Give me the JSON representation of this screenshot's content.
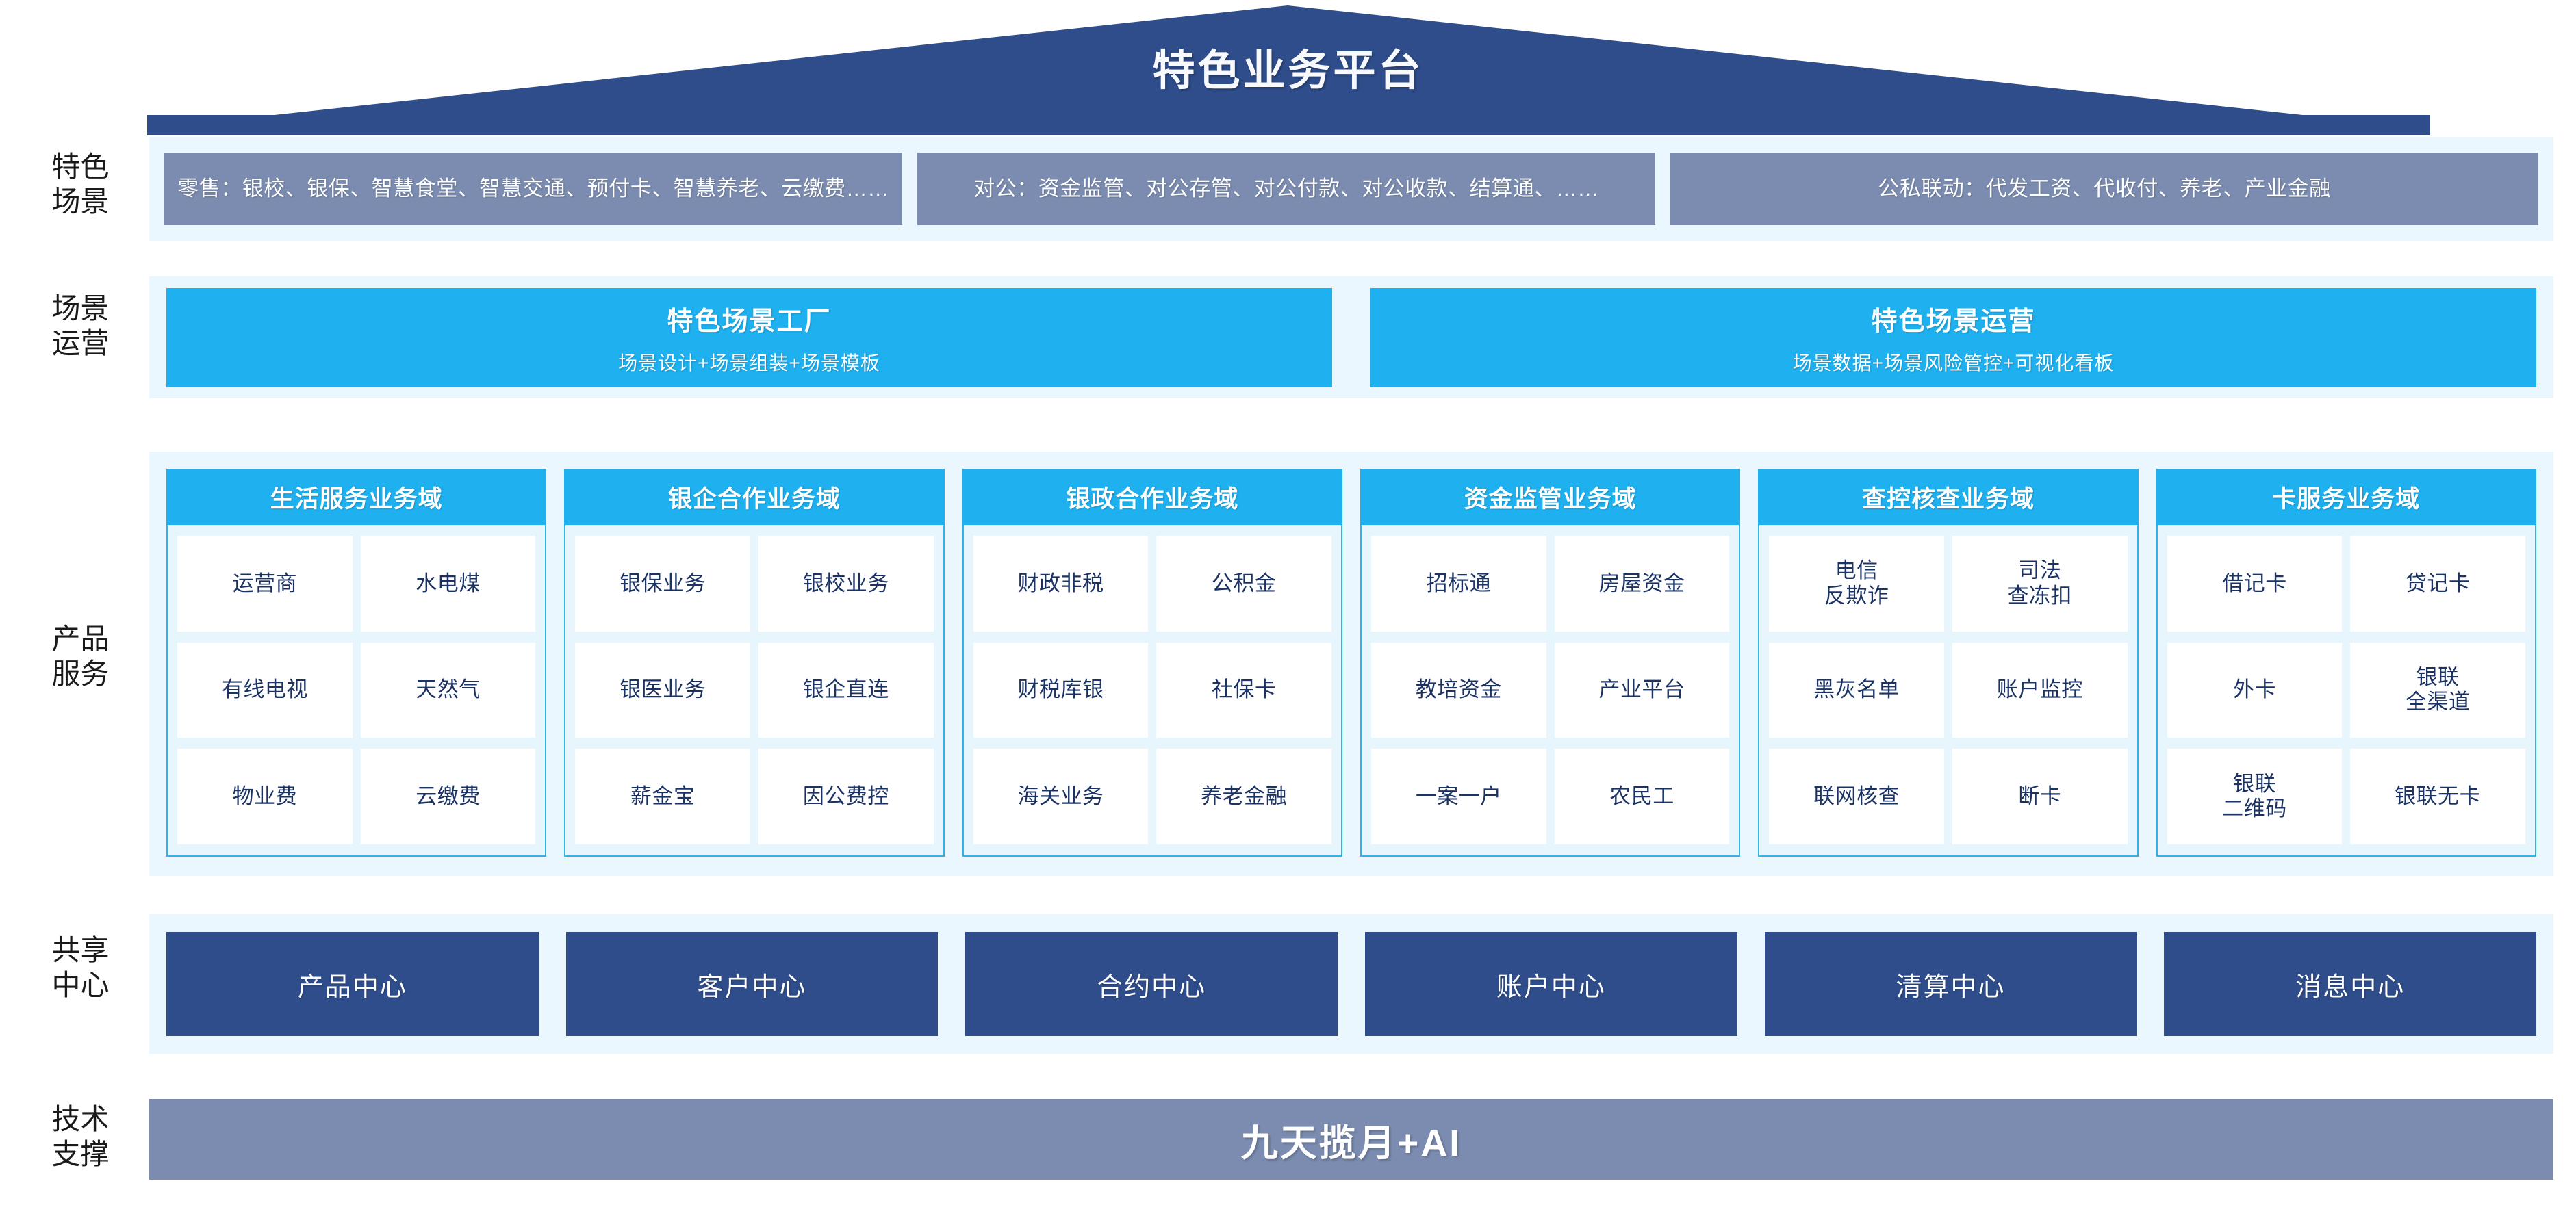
{
  "header": {
    "title": "特色业务平台"
  },
  "rails": {
    "scene": "特色\n场景",
    "ops": "场景\n运营",
    "product": "产品\n服务",
    "shared": "共享\n中心",
    "tech": "技术\n支撑"
  },
  "scene_row": {
    "boxes": [
      "零售：银校、银保、智慧食堂、智慧交通、预付卡、智慧养老、云缴费……",
      "对公：资金监管、对公存管、对公付款、对公收款、结算通、……",
      "公私联动：代发工资、代收付、养老、产业金融"
    ]
  },
  "ops_row": {
    "boxes": [
      {
        "title": "特色场景工厂",
        "subtitle": "场景设计+场景组装+场景模板"
      },
      {
        "title": "特色场景运营",
        "subtitle": "场景数据+场景风险管控+可视化看板"
      }
    ]
  },
  "product_row": {
    "columns": [
      {
        "title": "生活服务业务域",
        "cells": [
          "运营商",
          "水电煤",
          "有线电视",
          "天然气",
          "物业费",
          "云缴费"
        ]
      },
      {
        "title": "银企合作业务域",
        "cells": [
          "银保业务",
          "银校业务",
          "银医业务",
          "银企直连",
          "薪金宝",
          "因公费控"
        ]
      },
      {
        "title": "银政合作业务域",
        "cells": [
          "财政非税",
          "公积金",
          "财税库银",
          "社保卡",
          "海关业务",
          "养老金融"
        ]
      },
      {
        "title": "资金监管业务域",
        "cells": [
          "招标通",
          "房屋资金",
          "教培资金",
          "产业平台",
          "一案一户",
          "农民工"
        ]
      },
      {
        "title": "查控核查业务域",
        "cells": [
          "电信\n反欺诈",
          "司法\n查冻扣",
          "黑灰名单",
          "账户监控",
          "联网核查",
          "断卡"
        ]
      },
      {
        "title": "卡服务业务域",
        "cells": [
          "借记卡",
          "贷记卡",
          "外卡",
          "银联\n全渠道",
          "银联\n二维码",
          "银联无卡"
        ]
      }
    ]
  },
  "shared_row": {
    "boxes": [
      "产品中心",
      "客户中心",
      "合约中心",
      "账户中心",
      "清算中心",
      "消息中心"
    ]
  },
  "tech_row": {
    "title": "九天揽月+AI"
  },
  "colors": {
    "roof_navy": "#2f4d8a",
    "band_bg": "#eaf7fe",
    "scene_box": "#7b8cb0",
    "cyan": "#1eb0ef",
    "cell_text": "#1b3264",
    "shared_box": "#2f4d8a",
    "tech_bar": "#7b8cb0"
  }
}
